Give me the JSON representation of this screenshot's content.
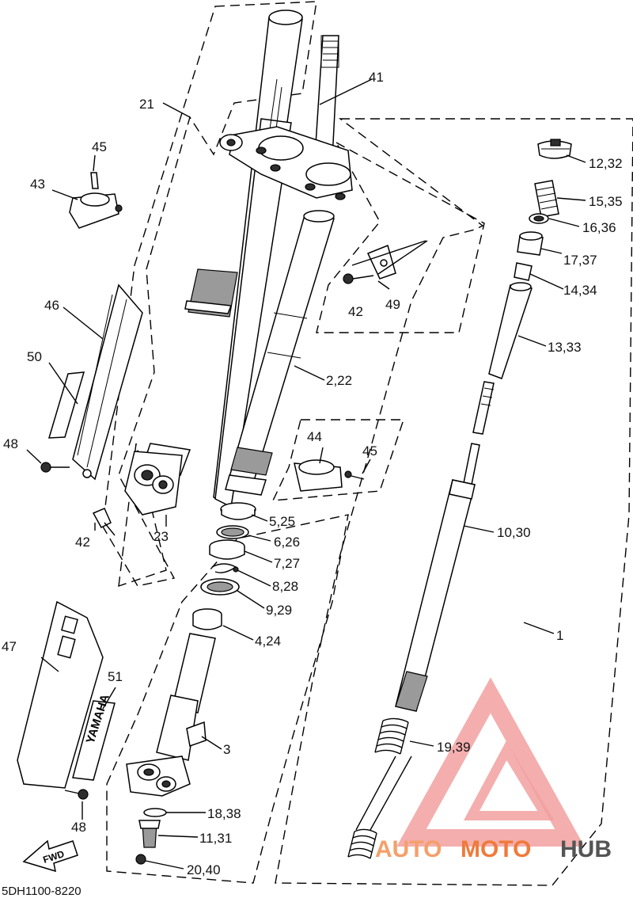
{
  "diagram": {
    "code": "5DH1100-8220",
    "fwd_label": "FWD",
    "fender_text": "YAMAHA"
  },
  "callouts": {
    "c1": "1",
    "c2_22": "2,22",
    "c3": "3",
    "c4_24": "4,24",
    "c5_25": "5,25",
    "c6_26": "6,26",
    "c7_27": "7,27",
    "c8_28": "8,28",
    "c9_29": "9,29",
    "c10_30": "10,30",
    "c11_31": "11,31",
    "c12_32": "12,32",
    "c13_33": "13,33",
    "c14_34": "14,34",
    "c15_35": "15,35",
    "c16_36": "16,36",
    "c17_37": "17,37",
    "c18_38": "18,38",
    "c19_39": "19,39",
    "c20_40": "20,40",
    "c21": "21",
    "c23": "23",
    "c41": "41",
    "c42a": "42",
    "c42b": "42",
    "c43": "43",
    "c44": "44",
    "c45a": "45",
    "c45b": "45",
    "c46": "46",
    "c47": "47",
    "c48a": "48",
    "c48b": "48",
    "c49": "49",
    "c50": "50",
    "c51": "51"
  },
  "watermark": {
    "part1": "AUTO",
    "part2": "MOTO",
    "part3": "HUB",
    "color_primary": "#f07a3a",
    "color_secondary": "#f4a06a",
    "color_triangle": "#f2a0a0",
    "color_dark": "#555555"
  }
}
